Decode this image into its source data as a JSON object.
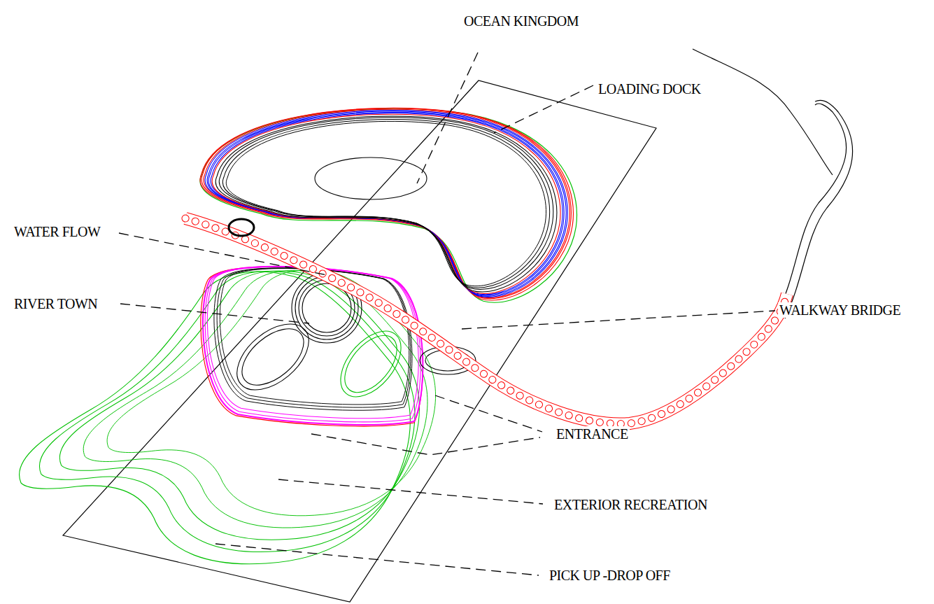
{
  "diagram": {
    "labels": [
      "OCEAN KINGDOM",
      "LOADING DOCK",
      "WATER FLOW",
      "RIVER TOWN",
      "WALKWAY BRIDGE",
      "ENTRANCE",
      "EXTERIOR RECREATION",
      "PICK UP -DROP OFF"
    ]
  }
}
